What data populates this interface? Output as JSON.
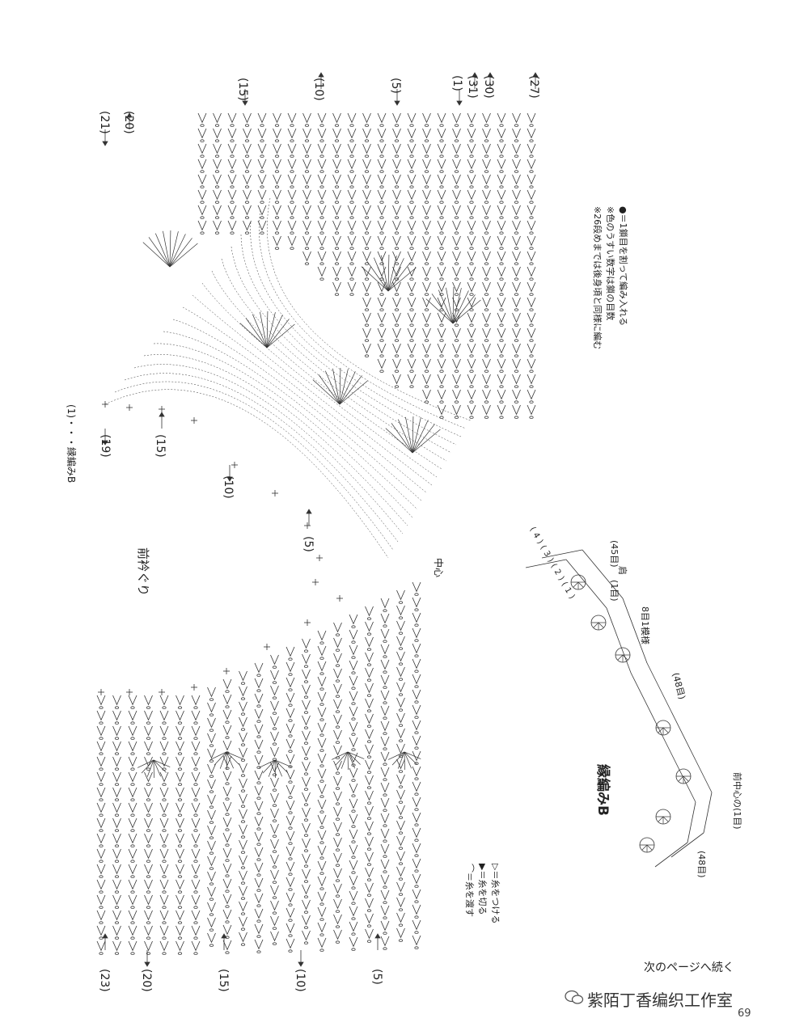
{
  "neck": {
    "title": "前衿ぐり",
    "center_label": "中心",
    "edge_label": "縁編みB",
    "top_rows": [
      "15",
      "10",
      "5",
      "1",
      "31",
      "30",
      "27"
    ],
    "top_left_rows": [
      "21",
      "20"
    ],
    "mid_rows": [
      "19",
      "15",
      "10",
      "5"
    ],
    "bottom_rows": [
      "23",
      "20",
      "15",
      "10",
      "5"
    ],
    "edge_start": "1"
  },
  "notes": {
    "lines": [
      "●＝1鎖目を割って編み入れる",
      "※色のうすい数字は鎖の目数",
      "※26段めまでは後身頃と同様に編む"
    ]
  },
  "legend": {
    "items": [
      {
        "symbol": "▷",
        "text": "＝糸をつける"
      },
      {
        "symbol": "▶",
        "text": "＝糸を切る"
      },
      {
        "symbol": "⌒",
        "text": "＝糸を渡す"
      }
    ]
  },
  "edging": {
    "title": "縁編みB",
    "row_numbers": [
      "4",
      "3",
      "2",
      "1"
    ],
    "count_45": "(45目)",
    "count_1": "(1目)",
    "shoulder": "肩",
    "repeat": "8目1模様",
    "count_48a": "(48目)",
    "count_48b": "(48目)",
    "front_center": "前中心の(1目)"
  },
  "footer": {
    "continue": "次のページへ続く",
    "watermark": "紫陌丁香编织工作室",
    "page_number": "69"
  },
  "colors": {
    "ink": "#333333",
    "paper": "#ffffff"
  }
}
